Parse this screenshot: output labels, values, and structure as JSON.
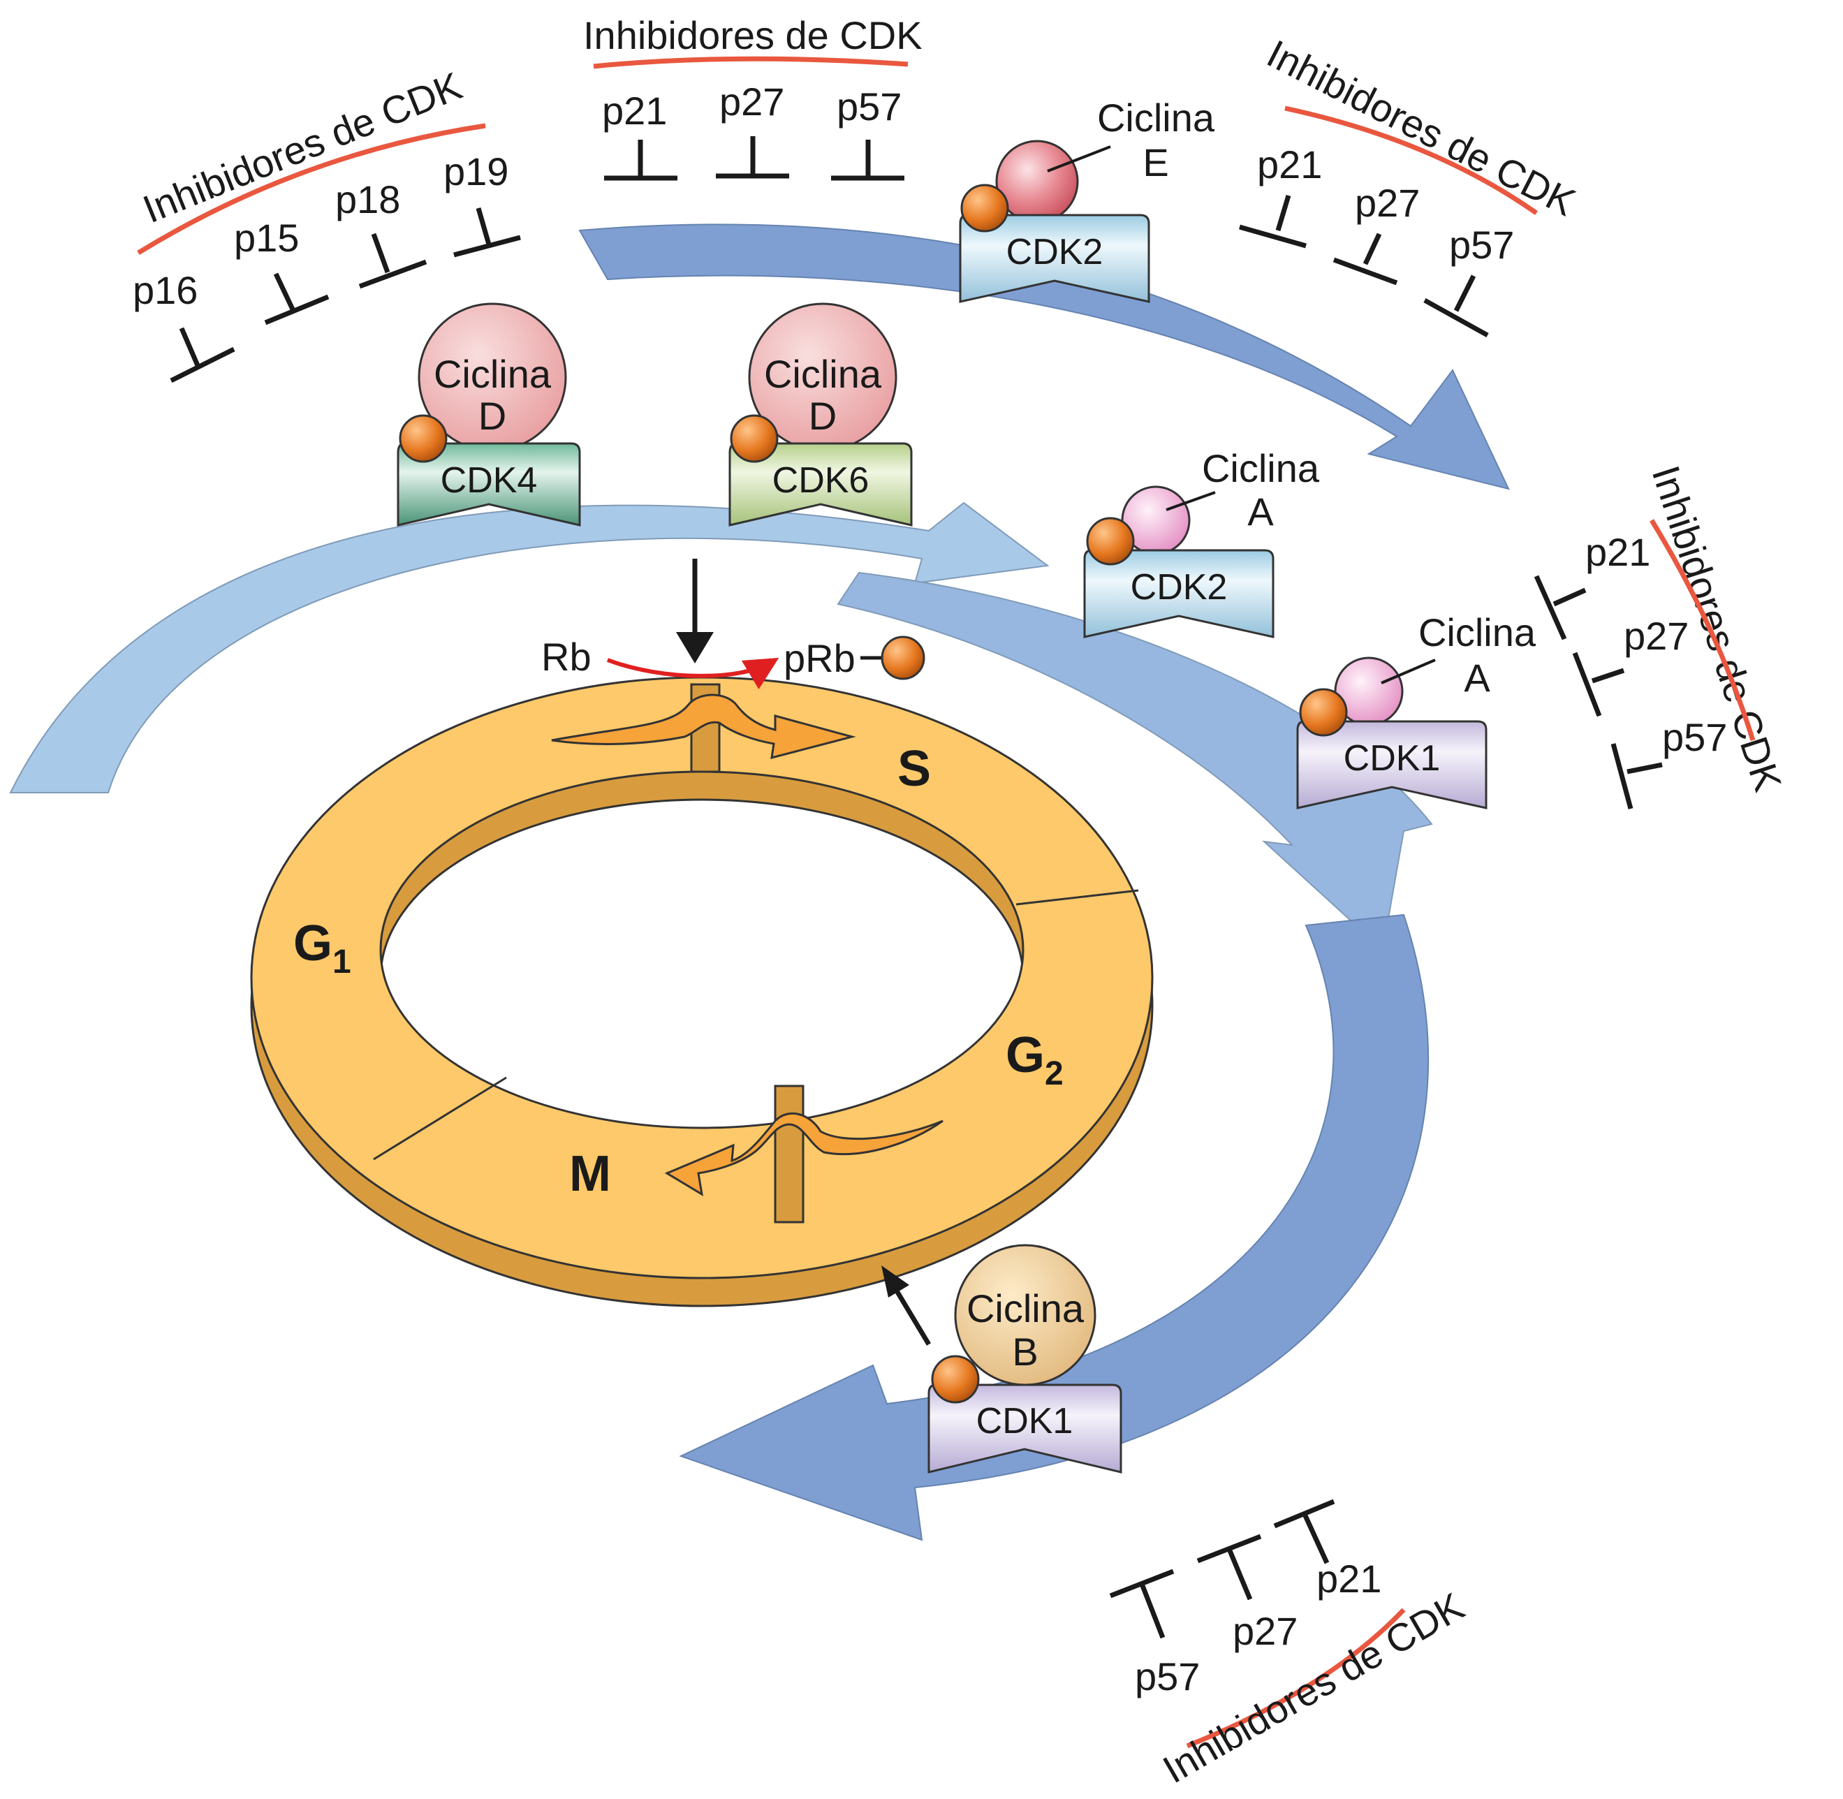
{
  "inhibitor_heading": "Inhibidores de CDK",
  "inhibitors": {
    "p16": "p16",
    "p15": "p15",
    "p18": "p18",
    "p19": "p19",
    "p21": "p21",
    "p27": "p27",
    "p57": "p57"
  },
  "complexes": {
    "cdk4": {
      "cyclin": "Ciclina",
      "cyclin_letter": "D",
      "kinase": "CDK4"
    },
    "cdk6": {
      "cyclin": "Ciclina",
      "cyclin_letter": "D",
      "kinase": "CDK6"
    },
    "cdk2e": {
      "cyclin": "Ciclina",
      "cyclin_letter": "E",
      "kinase": "CDK2"
    },
    "cdk2a": {
      "cyclin": "Ciclina",
      "cyclin_letter": "A",
      "kinase": "CDK2"
    },
    "cdk1a": {
      "cyclin": "Ciclina",
      "cyclin_letter": "A",
      "kinase": "CDK1"
    },
    "cdk1b": {
      "cyclin": "Ciclina",
      "cyclin_letter": "B",
      "kinase": "CDK1"
    }
  },
  "rb": {
    "unphosphorylated": "Rb",
    "phosphorylated": "pRb"
  },
  "phases": {
    "g1": "G",
    "g1_sub": "1",
    "s": "S",
    "g2": "G",
    "g2_sub": "2",
    "m": "M"
  },
  "colors": {
    "arrow_light": "#a9c9e8",
    "arrow_dark": "#7f9fd3",
    "ring": "#fdc96a",
    "ring_side": "#d89c3e",
    "phosphate": "#e67820",
    "inhibitor_line": "#e9573f"
  }
}
